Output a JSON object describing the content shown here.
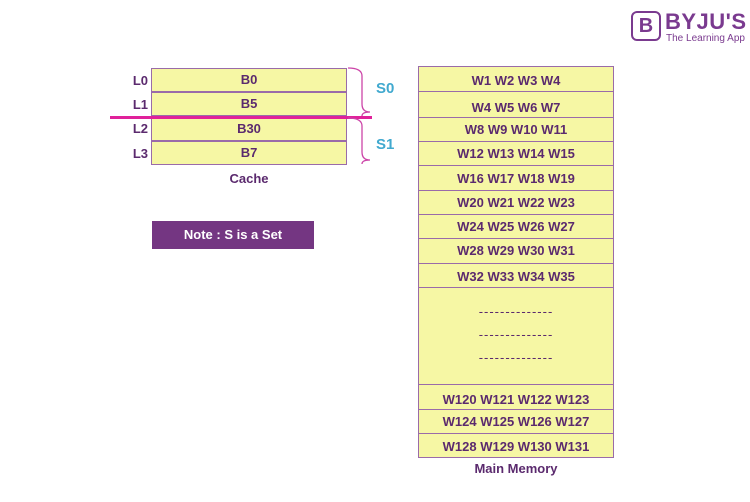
{
  "brand": {
    "mark": "B",
    "name": "BYJU'S",
    "tagline": "The Learning App"
  },
  "cache": {
    "label": "Cache",
    "lines": [
      {
        "line": "L0",
        "block": "B0"
      },
      {
        "line": "L1",
        "block": "B5"
      },
      {
        "line": "L2",
        "block": "B30"
      },
      {
        "line": "L3",
        "block": "B7"
      }
    ]
  },
  "sets": [
    "S0",
    "S1"
  ],
  "note": "Note : S is a Set",
  "main_memory": {
    "label": "Main Memory",
    "rows_top": [
      "W1 W2 W3 W4",
      "W4 W5 W6 W7",
      "W8 W9 W10 W11",
      "W12 W13 W14 W15",
      "W16 W17 W18 W19",
      "W20 W21 W22 W23",
      "W24 W25 W26 W27",
      "W28 W29 W30 W31",
      "W32 W33 W34 W35"
    ],
    "ellipsis": [
      "--------------",
      "--------------",
      "--------------"
    ],
    "rows_bottom": [
      "W120 W121 W122 W123",
      "W124 W125 W126 W127",
      "W128 W129 W130 W131"
    ]
  },
  "colors": {
    "cell_fill": "#f6f7a4",
    "cell_border": "#9a6ba9",
    "text": "#5b2a6e",
    "set_label": "#41a9cf",
    "divider": "#e0219a",
    "note_bg": "#743682"
  }
}
